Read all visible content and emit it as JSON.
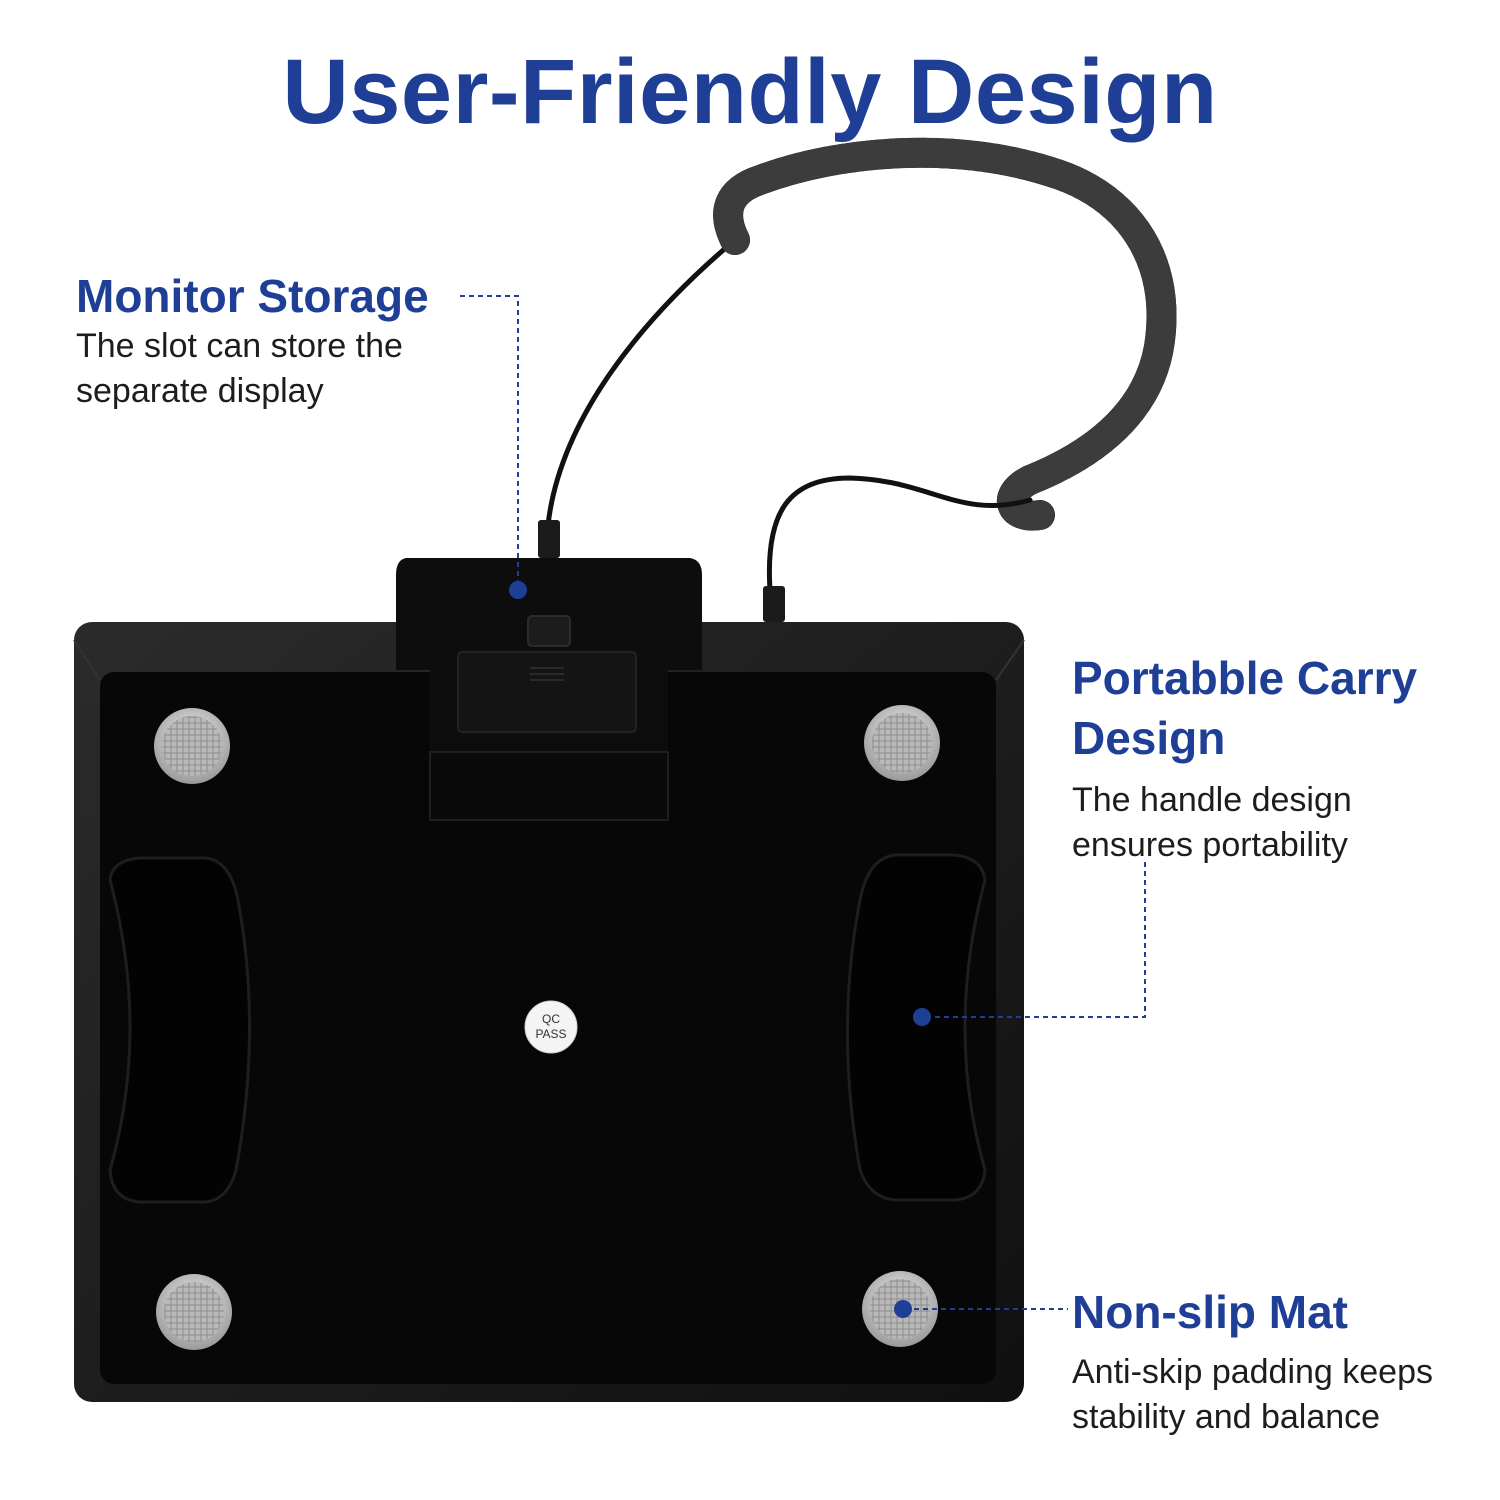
{
  "title": "User-Friendly Design",
  "features": {
    "monitor_storage": {
      "heading": "Monitor Storage",
      "desc_line1": "The slot can store the",
      "desc_line2": "separate display"
    },
    "portable_carry": {
      "heading_line1": "Portabble Carry",
      "heading_line2": "Design",
      "desc_line1": "The handle design",
      "desc_line2": "ensures portability"
    },
    "non_slip": {
      "heading": "Non-slip Mat",
      "desc_line1": "Anti-skip padding keeps",
      "desc_line2": "stability and balance"
    }
  },
  "badge": {
    "line1": "QC",
    "line2": "PASS"
  },
  "colors": {
    "accent": "#1f3f96",
    "scale_body": "#0a0a0a",
    "background": "#ffffff"
  }
}
